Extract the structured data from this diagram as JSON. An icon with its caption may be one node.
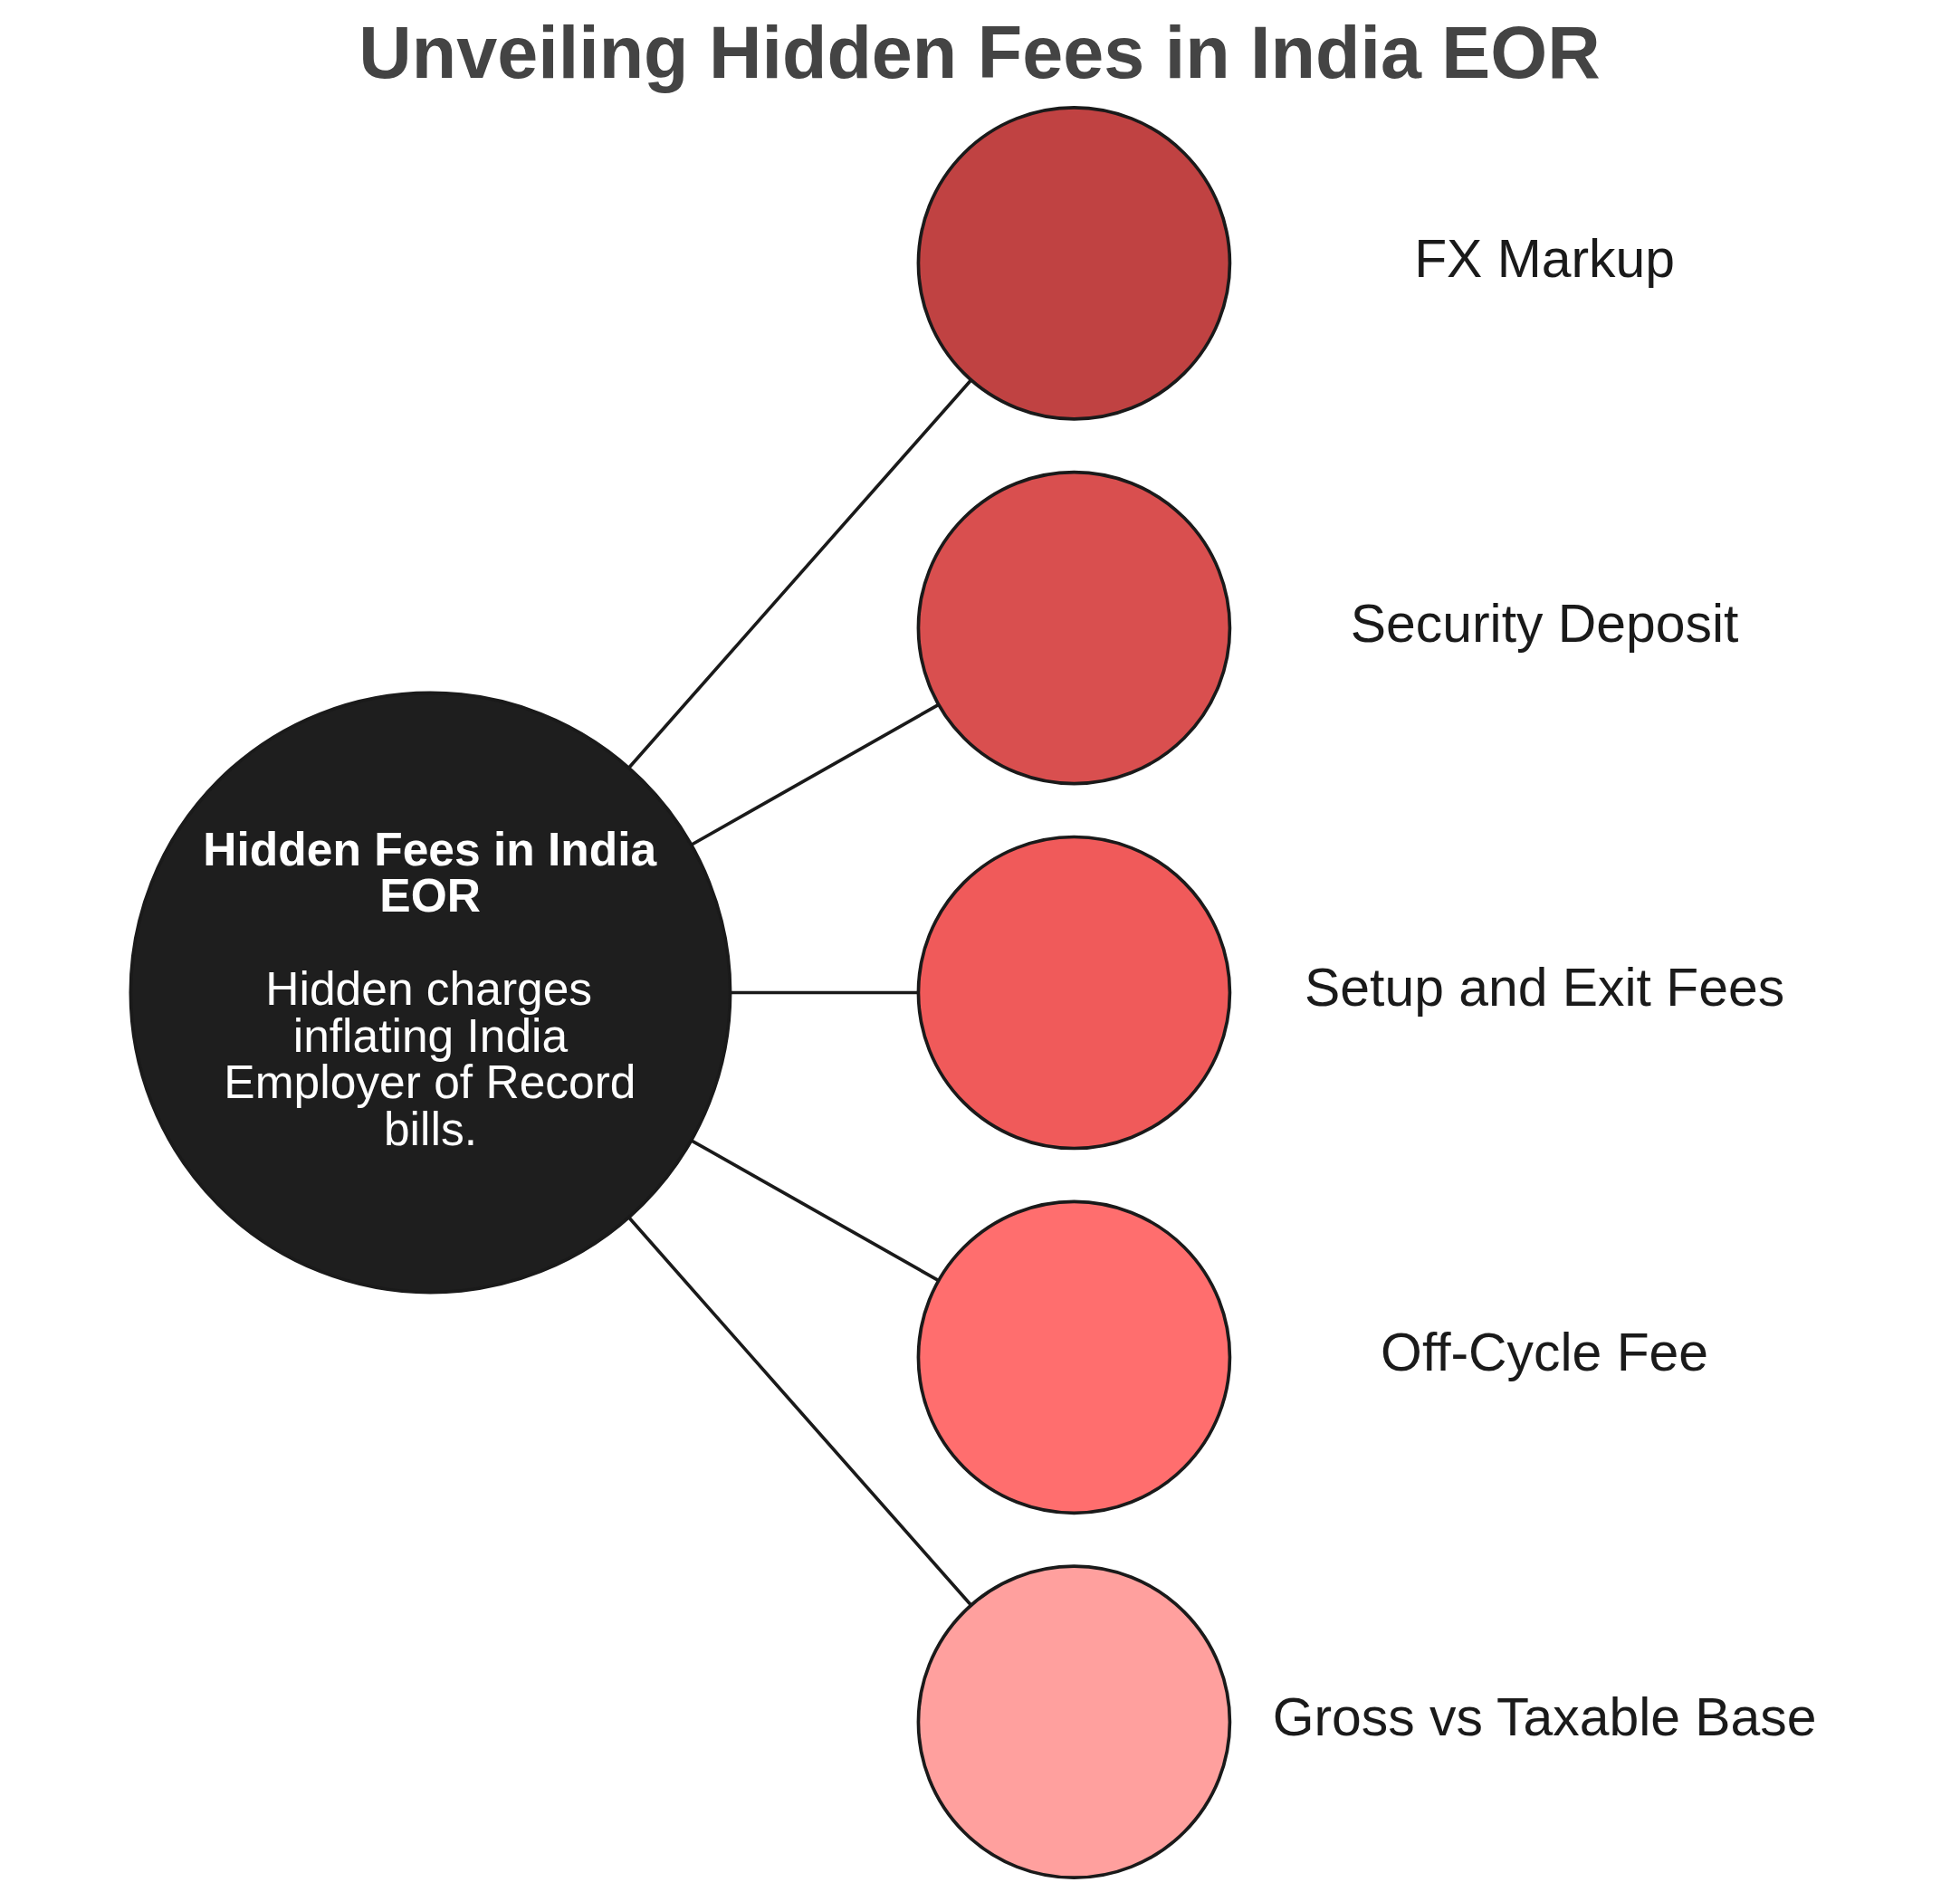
{
  "diagram": {
    "title": "Unveiling Hidden Fees in India EOR",
    "nodes": [
      {
        "text": [
          "Hidden Fees in India EOR",
          "Hidden charges inflating India Employer of Record bills."
        ]
      },
      {
        "text": [],
        "shape": "circle",
        "beside": [
          "FX Markup"
        ]
      },
      {
        "text": [],
        "shape": "circle",
        "beside": [
          "Security Deposit"
        ]
      },
      {
        "text": [],
        "shape": "circle",
        "beside": [
          "Setup and Exit Fees"
        ]
      },
      {
        "text": [],
        "shape": "circle",
        "beside": [
          "Off-Cycle Fee"
        ]
      },
      {
        "text": [],
        "shape": "circle",
        "beside": [
          "Gross vs Taxable Base"
        ]
      }
    ],
    "edges": [
      {
        "from": 0,
        "to": 1,
        "arrow": "none"
      },
      {
        "from": 0,
        "to": 2,
        "arrow": "none"
      },
      {
        "from": 0,
        "to": 3,
        "arrow": "none"
      },
      {
        "from": 0,
        "to": 4,
        "arrow": "none"
      },
      {
        "from": 0,
        "to": 5,
        "arrow": "none"
      }
    ]
  }
}
